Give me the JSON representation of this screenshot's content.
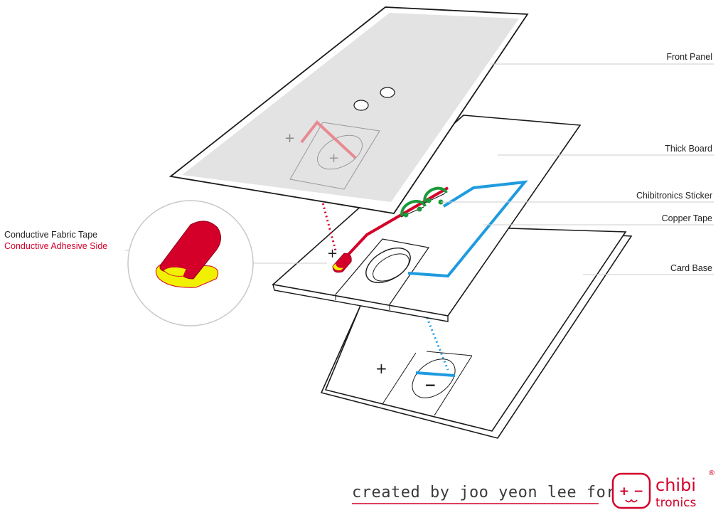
{
  "labels": {
    "front_panel": "Front Panel",
    "thick_board": "Thick Board",
    "chibitronics_sticker": "Chibitronics Sticker",
    "copper_tape": "Copper Tape",
    "card_base": "Card Base",
    "conductive_fabric_tape": "Conductive Fabric Tape",
    "conductive_adhesive_side": "Conductive Adhesive Side"
  },
  "symbols": {
    "plus": "+",
    "minus": "−"
  },
  "credit": {
    "text": "created by joo yeon lee for"
  },
  "brand": {
    "name_line1": "chibi",
    "name_line2": "tronics",
    "registered": "®",
    "logo_face": "+ −"
  },
  "colors": {
    "red": "#d4002a",
    "blue": "#1e9be0",
    "green": "#1a9a3a",
    "yellow": "#f0f000",
    "panel_gray": "#e3e3e3",
    "outline": "#1a1a1a"
  }
}
